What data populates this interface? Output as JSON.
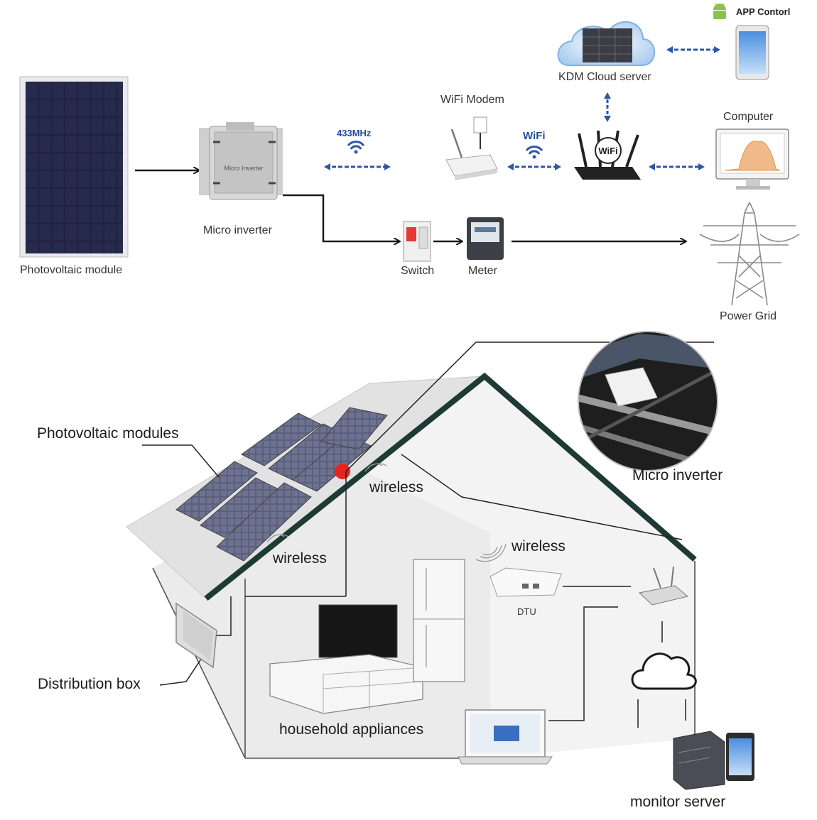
{
  "top": {
    "pv_module": "Photovoltaic module",
    "micro_inverter": "Micro inverter",
    "micro_inverter_device_text": "Micro Inverter",
    "freq": "433MHz",
    "wifi_link": "WiFi",
    "wifi_modem": "WiFi Modem",
    "router_badge": "WiFi",
    "cloud_server": "KDM Cloud server",
    "app_control": "APP Contorl",
    "computer": "Computer",
    "switch": "Switch",
    "meter": "Meter",
    "power_grid": "Power Grid"
  },
  "bottom": {
    "pv_modules": "Photovoltaic modules",
    "micro_inverter": "Micro inverter",
    "wireless_1": "wireless",
    "wireless_2": "wireless",
    "wireless_3": "wireless",
    "dtu": "DTU",
    "distribution_box": "Distribution box",
    "household_appliances": "household appliances",
    "monitor_server": "monitor server"
  },
  "colors": {
    "panel": "#1f2240",
    "panel_grid": "#c8cbe0",
    "arrow": "#1a1a1a",
    "wireless_arrow": "#2b57a8",
    "roof": "#1d3a33",
    "red_dot": "#e52420",
    "house_fill": "#ededed"
  }
}
